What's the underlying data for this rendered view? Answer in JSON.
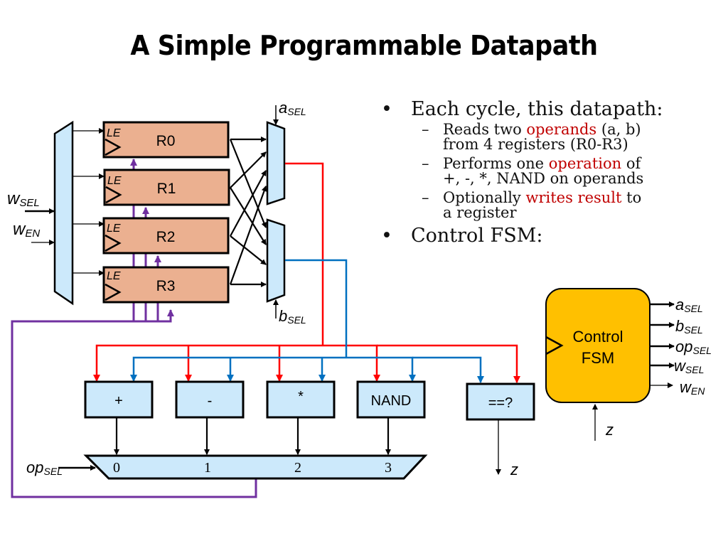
{
  "slide": {
    "title": "A Simple Programmable Datapath"
  },
  "bullets": {
    "items": [
      {
        "text": "Each cycle, this datapath:",
        "sub": [
          {
            "before": "Reads two ",
            "highlight": "operands",
            "after": " (a, b)",
            "line2": "from 4 registers (R0-R3)"
          },
          {
            "before": "Performs one ",
            "highlight": "operation",
            "after": " of",
            "line2": "+, -, *, NAND on operands"
          },
          {
            "before": "Optionally ",
            "highlight": "writes result",
            "after": " to",
            "line2": "a register"
          }
        ]
      },
      {
        "text": "Control FSM:",
        "sub": []
      }
    ],
    "bullet_glyph": "•",
    "dash_glyph": "–",
    "highlight_color": "#c00000"
  },
  "datapath": {
    "registers": [
      {
        "name": "R0",
        "enable_label": "LE"
      },
      {
        "name": "R1",
        "enable_label": "LE"
      },
      {
        "name": "R2",
        "enable_label": "LE"
      },
      {
        "name": "R3",
        "enable_label": "LE"
      }
    ],
    "write_decoder_inputs": {
      "w_sel": {
        "base": "w",
        "sub": "SEL"
      },
      "w_en": {
        "base": "w",
        "sub": "EN"
      }
    },
    "a_sel": {
      "base": "a",
      "sub": "SEL"
    },
    "b_sel": {
      "base": "b",
      "sub": "SEL"
    },
    "op_sel": {
      "base": "op",
      "sub": "SEL"
    },
    "alu_units": [
      "+",
      "-",
      "*",
      "NAND"
    ],
    "comparator": "==?",
    "comparator_output": "z",
    "result_mux_inputs": [
      "0",
      "1",
      "2",
      "3"
    ],
    "colors": {
      "register_fill": "#ebb090",
      "mux_fill": "#cce9fb",
      "operand_a_wire": "#ff0000",
      "operand_b_wire": "#0070c0",
      "writeback_wire": "#7030a0",
      "fsm_fill": "#ffc000"
    }
  },
  "fsm": {
    "line1": "Control",
    "line2": "FSM",
    "outputs": [
      {
        "base": "a",
        "sub": "SEL"
      },
      {
        "base": "b",
        "sub": "SEL"
      },
      {
        "base": "op",
        "sub": "SEL"
      },
      {
        "base": "w",
        "sub": "SEL"
      },
      {
        "base": "w",
        "sub": "EN"
      }
    ],
    "input": "z"
  }
}
